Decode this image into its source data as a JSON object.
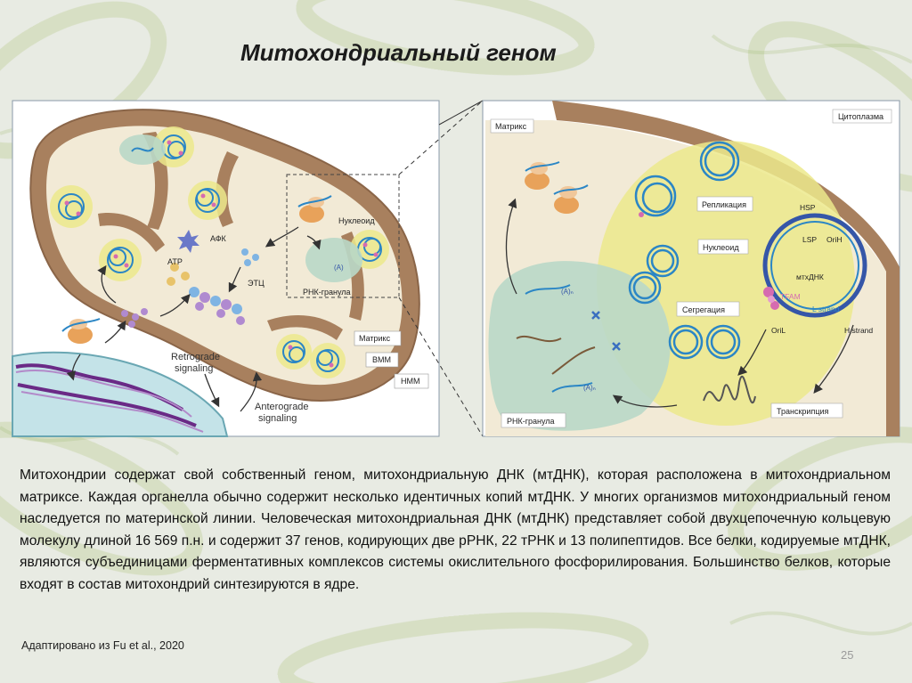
{
  "slide": {
    "title": "Митохондриальный геном",
    "body": "Митохондрии содержат свой собственный геном, митохондриальную ДНК (мтДНК), которая расположена в митохондриальном матриксе. Каждая органелла обычно содержит несколько идентичных копий мтДНК. У многих организмов митохондриальный геном наследуется по материнской линии. Человеческая митохондриальная ДНК (мтДНК) представляет собой двухцепочечную кольцевую молекулу длиной 16 569 п.н. и содержит 37 генов, кодирующих две рРНК, 22 тРНК и 13 полипептидов. Все белки, кодируемые мтДНК, являются субъединицами ферментативных комплексов системы окислительного фосфорилирования. Большинство белков, которые входят в состав митохондрий синтезируются в ядре.",
    "credit": "Адаптировано из Fu et al., 2020",
    "page_number": "25"
  },
  "figure_left": {
    "label_afk": "АФК",
    "label_atp": "ATP",
    "label_etc": "ЭТЦ",
    "label_nucleoid": "Нуклеоид",
    "label_rnp": "РНК-гранула",
    "label_matrix": "Матрикс",
    "label_vmm": "ВММ",
    "label_nmm": "НММ",
    "label_retro_1": "Retrograde",
    "label_retro_2": "signaling",
    "label_antero_1": "Anterograde",
    "label_antero_2": "signaling",
    "label_a": "(A)"
  },
  "figure_right": {
    "label_matrix": "Матрикс",
    "label_cytoplasm": "Цитоплазма",
    "label_replication": "Репликация",
    "label_nucleoid": "Нуклеоид",
    "label_segregation": "Сегрегация",
    "label_transcription": "Транскрипция",
    "label_rnp": "РНК-гранула",
    "label_hsp": "HSP",
    "label_lsp": "LSP",
    "label_orih": "OriH",
    "label_mtdna": "мтхДНК",
    "label_tfam": "TFAM",
    "label_lstrand": "L strand",
    "label_hstrand": "H strand",
    "label_oril": "OriL",
    "label_an": "(A)ₙ"
  },
  "colors": {
    "membrane": "#a8805e",
    "matrix": "#f2ead6",
    "nucleoid": "#ece98c",
    "rna_granule": "#b9d8c8",
    "dna_blue": "#2b86c5",
    "mtdna_ring": "#3556a8",
    "tfam_pink": "#d66bb0",
    "protein_orange": "#e8a25a",
    "chromatin": "#6a2a86",
    "nucleus": "#bfe0e6"
  }
}
